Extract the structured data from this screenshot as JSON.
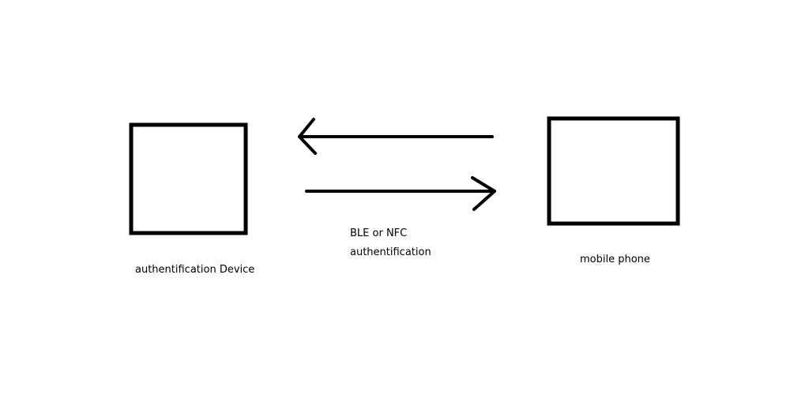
{
  "nodes": {
    "device": {
      "label": "authentification Device"
    },
    "phone": {
      "label": "mobile phone"
    }
  },
  "link": {
    "line1": "BLE or NFC",
    "line2": "authentification"
  },
  "colors": {
    "stroke": "#000000",
    "background": "#ffffff"
  }
}
